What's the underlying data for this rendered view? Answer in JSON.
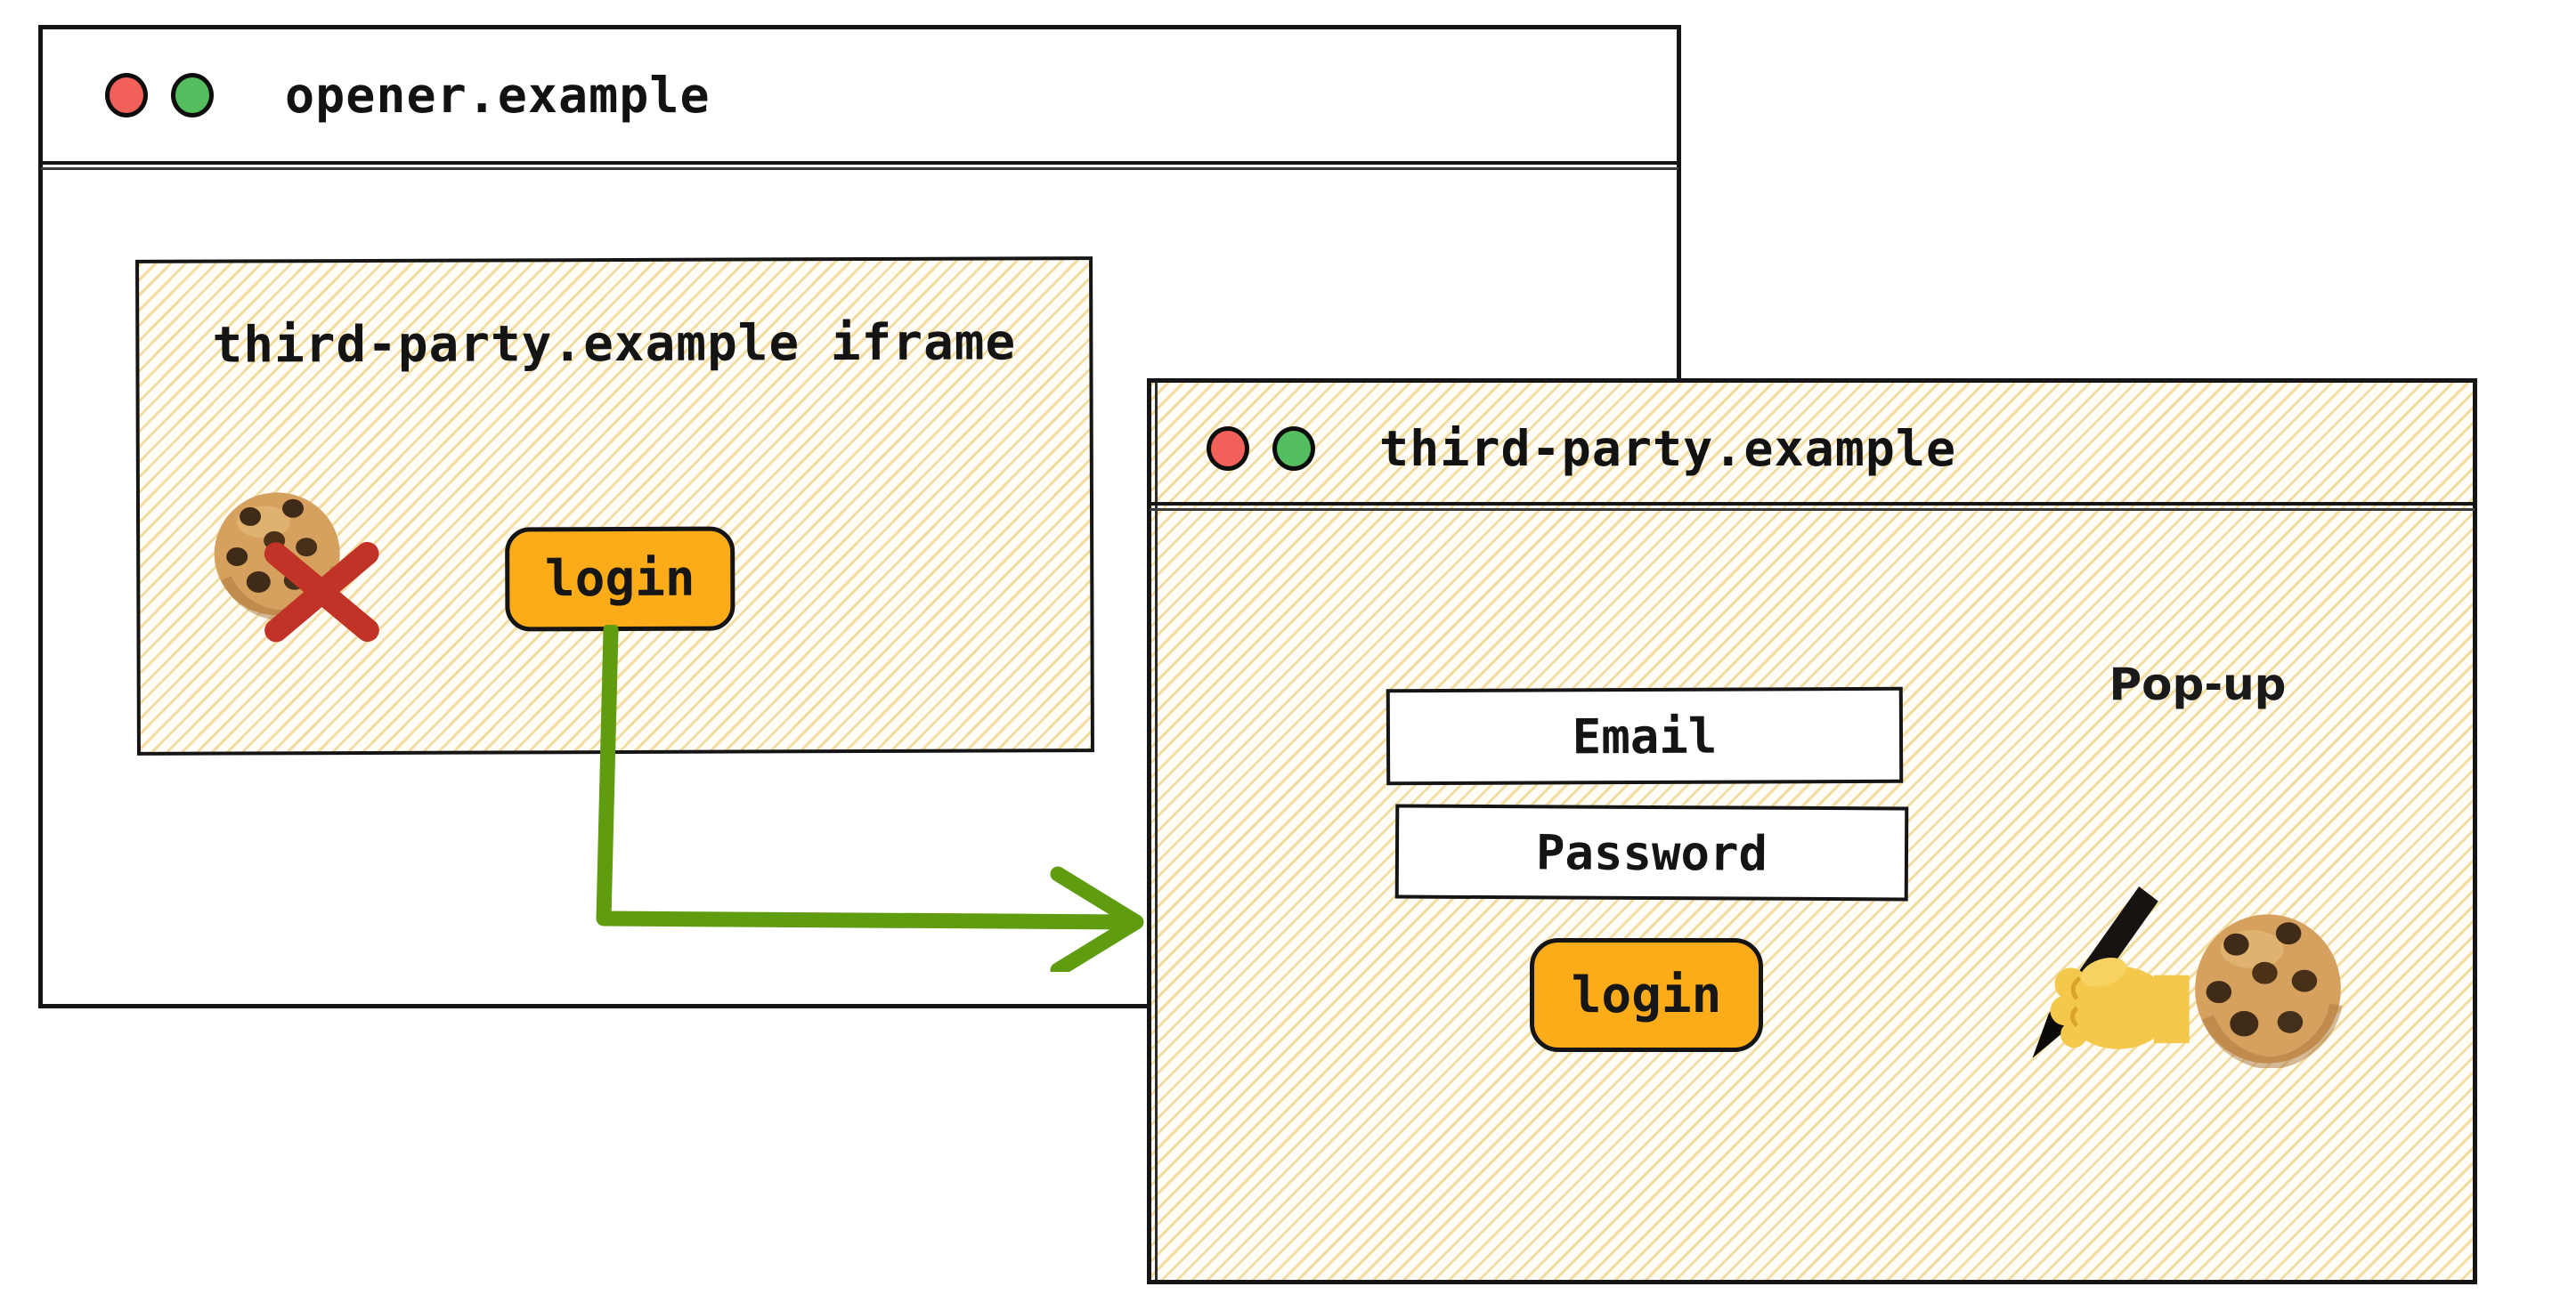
{
  "opener_window": {
    "title": "opener.example",
    "traffic_lights": [
      "red",
      "green"
    ],
    "iframe": {
      "label": "third-party.example iframe",
      "blocked_cookie_icon": "cookie-with-red-x",
      "login_button_label": "login"
    }
  },
  "popup_window": {
    "title": "third-party.example",
    "traffic_lights": [
      "red",
      "green"
    ],
    "window_label": "Pop-up",
    "email_field_label": "Email",
    "password_field_label": "Password",
    "login_button_label": "login",
    "decorations": [
      "writing-hand-icon",
      "cookie-icon"
    ]
  },
  "arrow": {
    "from": "iframe login button",
    "to": "popup window",
    "color": "#5f9c10"
  },
  "icons": {
    "traffic_light_red": "red-dot",
    "traffic_light_green": "green-dot",
    "cookie": "chocolate-chip-cookie",
    "blocked_x": "red-cross",
    "writing_hand": "hand-writing-with-pen",
    "flow_arrow": "green-right-angle-arrow"
  },
  "colors": {
    "window_border": "#151515",
    "hatch_line": "#f3dca2",
    "hatch_bg": "#fffdf6",
    "button_orange": "#fbac18",
    "traffic_red": "#f2605a",
    "traffic_green": "#54bd5e",
    "arrow_green": "#5f9c10",
    "blocked_x_red": "#c23327",
    "text": "#141414"
  }
}
